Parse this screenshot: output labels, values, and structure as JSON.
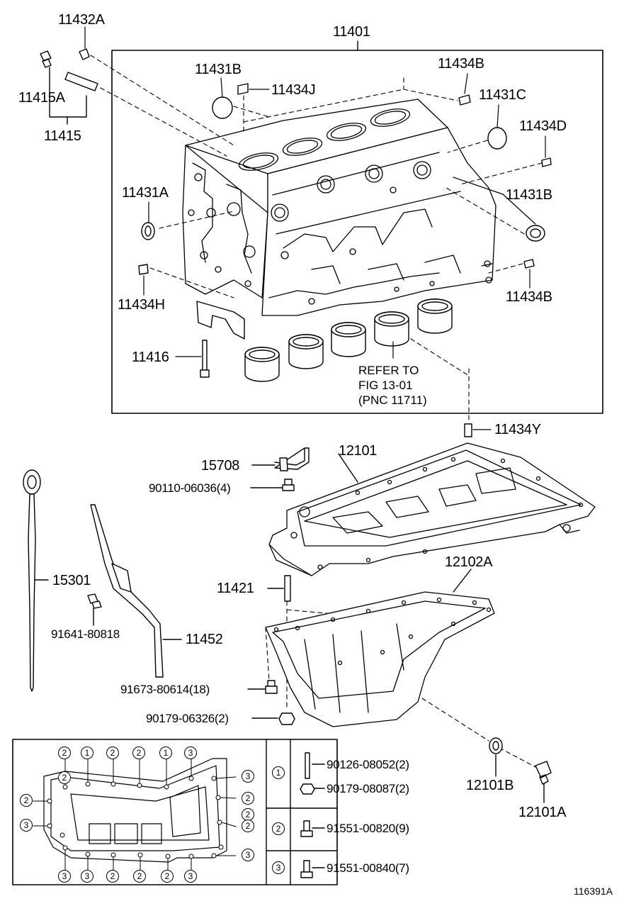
{
  "labels": {
    "p11432A": "11432A",
    "p11401": "11401",
    "p11431B_top": "11431B",
    "p11434B_top": "11434B",
    "p11434J": "11434J",
    "p11415A": "11415A",
    "p11431C": "11431C",
    "p11415": "11415",
    "p11434D": "11434D",
    "p11431A": "11431A",
    "p11431B_right": "11431B",
    "p11434H": "11434H",
    "p11434B_right": "11434B",
    "p11416": "11416",
    "p11434Y": "11434Y",
    "p15708": "15708",
    "p12101": "12101",
    "p90110": "90110-06036(4)",
    "p15301": "15301",
    "p12102A": "12102A",
    "p11421": "11421",
    "p91641": "91641-80818",
    "p11452": "11452",
    "p91673": "91673-80614(18)",
    "p90179": "90179-06326(2)",
    "p12101B": "12101B",
    "p12101A": "12101A"
  },
  "refer_note": "REFER TO\nFIG 13-01\n(PNC 11711)",
  "legend": {
    "rows": [
      {
        "key": "1",
        "parts": [
          "90126-08052(2)",
          "90179-08087(2)"
        ]
      },
      {
        "key": "2",
        "parts": [
          "91551-00820(9)"
        ]
      },
      {
        "key": "3",
        "parts": [
          "91551-00840(7)"
        ]
      }
    ]
  },
  "pan_bolt_keys": {
    "top": [
      "2",
      "1",
      "2",
      "2",
      "1",
      "3"
    ],
    "left": [
      "2",
      "2",
      "3"
    ],
    "right": [
      "3",
      "2",
      "2",
      "2",
      "3"
    ],
    "bottom": [
      "3",
      "3",
      "2",
      "2",
      "2",
      "3"
    ]
  },
  "figure_id": "116391A"
}
